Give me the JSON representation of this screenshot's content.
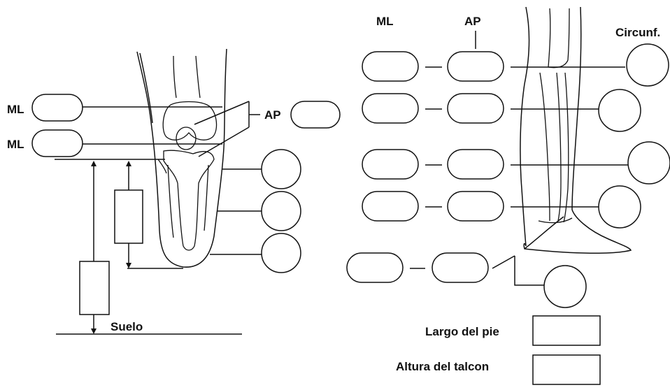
{
  "left_view": {
    "ml_label_upper": "ML",
    "ml_label_lower": "ML",
    "ap_label": "AP",
    "floor_label": "Suelo"
  },
  "right_view": {
    "ml_header": "ML",
    "ap_header": "AP",
    "circ_header": "Circunf."
  },
  "foot_fields": {
    "foot_length_label": "Largo del pie",
    "heel_height_label": "Altura del talcon"
  }
}
